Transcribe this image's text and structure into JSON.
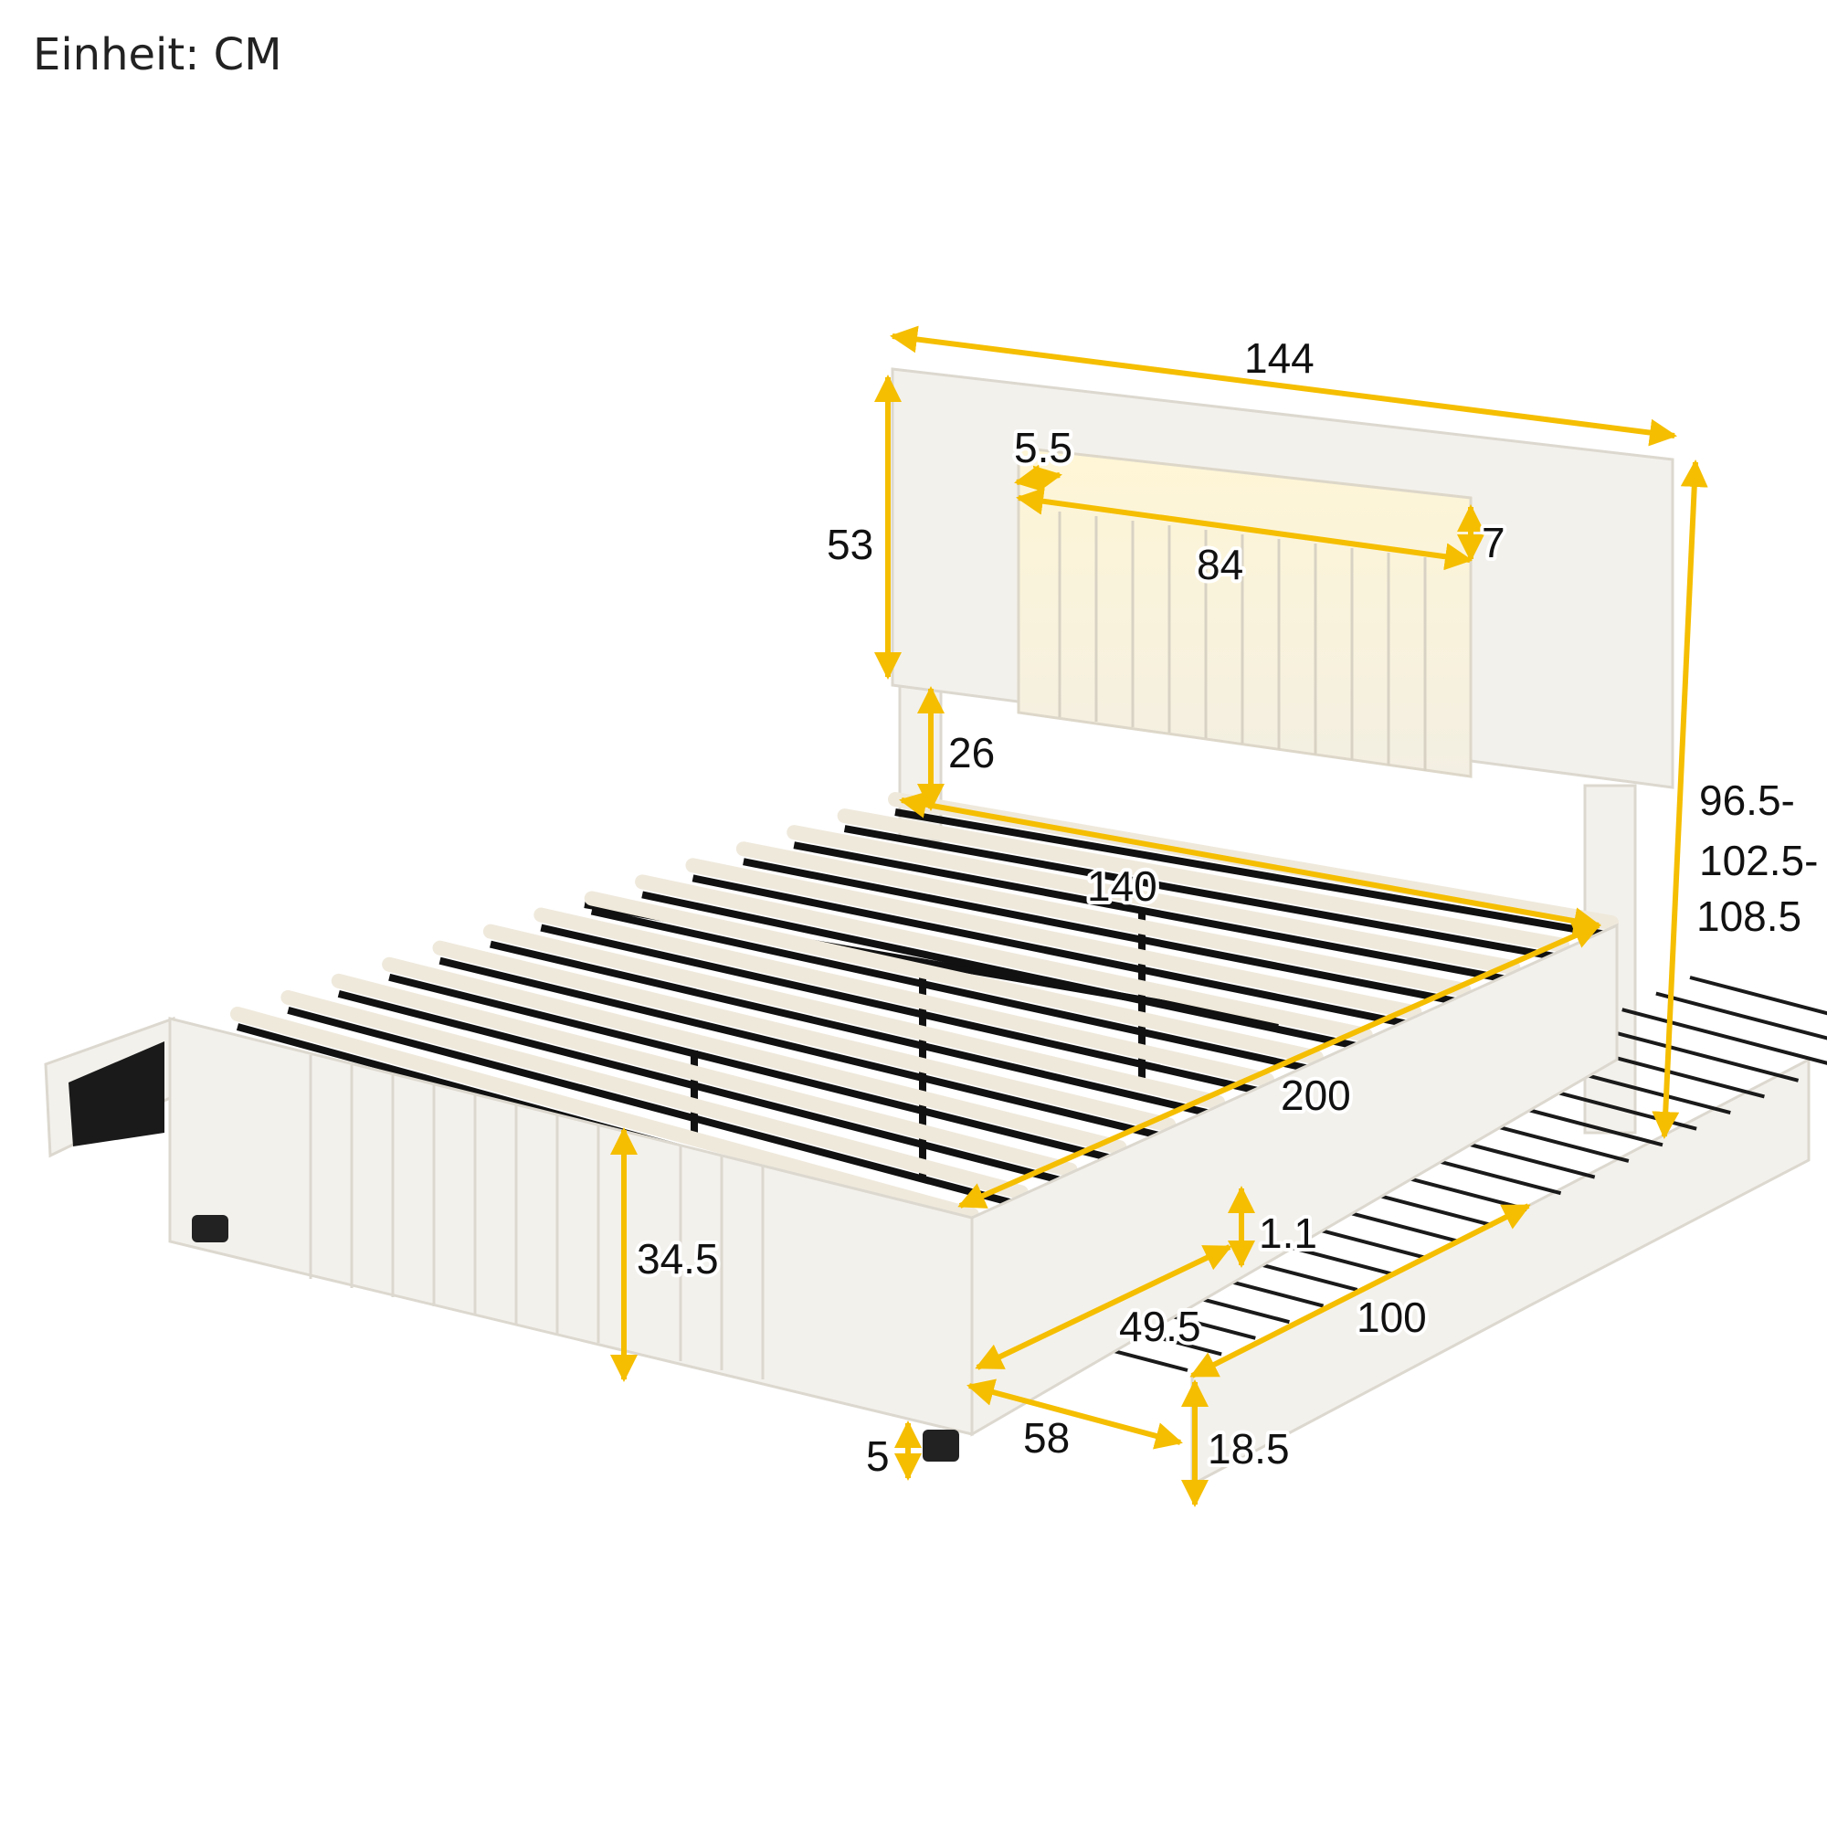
{
  "title": "Einheit: CM",
  "dimensions": {
    "headboard_width": "144",
    "light_offset": "5.5",
    "light_length": "84",
    "light_height": "7",
    "headboard_height": "53",
    "leg_clearance_head": "26",
    "total_height_line1": "96.5-",
    "total_height_line2": "102.5-",
    "total_height_line3": "108.5",
    "inner_width": "140",
    "length": "200",
    "footboard_height": "34.5",
    "leg_height": "5",
    "drawer_width": "58",
    "drawer_depth_inner": "49.5",
    "drawer_clearance": "1.1",
    "drawer_length": "100",
    "drawer_height": "18.5"
  },
  "colors": {
    "dimension_arrow": "#F5BE00",
    "upholstery": "#f3f1ec",
    "frame": "#111111"
  }
}
